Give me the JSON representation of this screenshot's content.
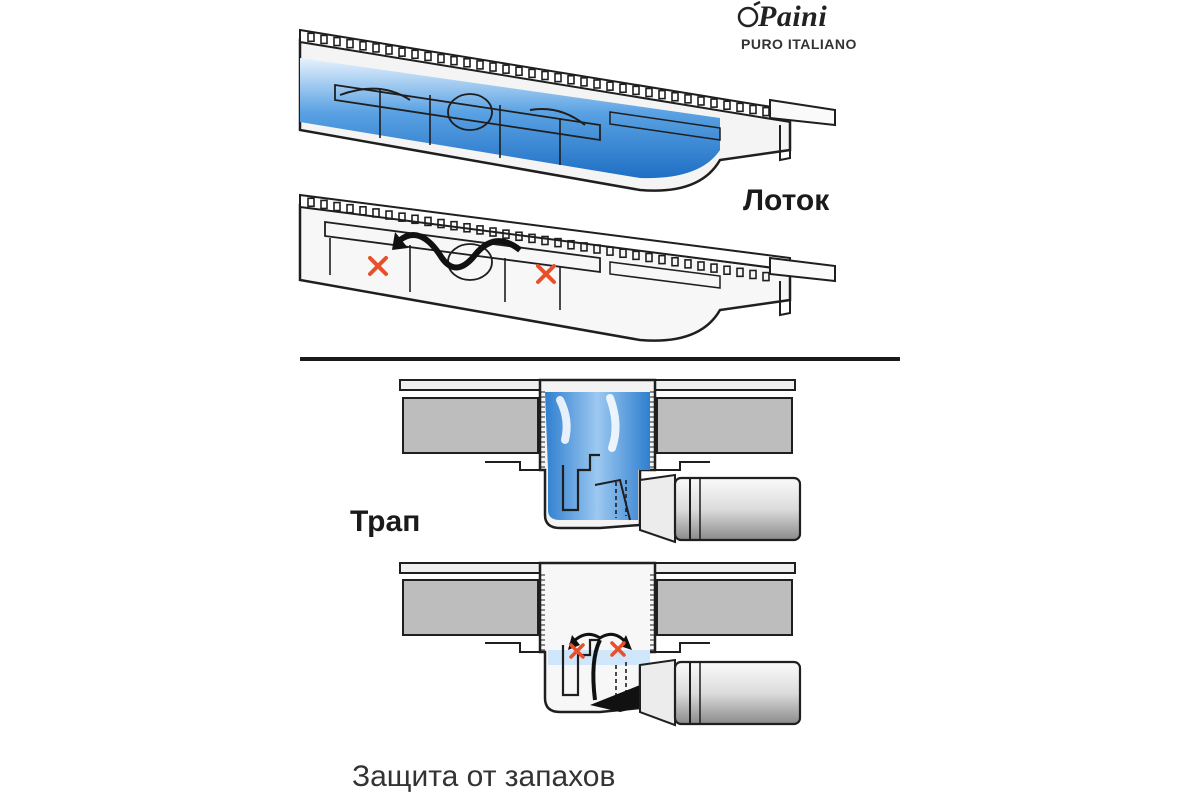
{
  "brand": {
    "name": "Paini",
    "tagline": "PURO ITALIANO"
  },
  "labels": {
    "tray": "Лоток",
    "trap": "Трап"
  },
  "caption": "Защита от запахов",
  "colors": {
    "water": "#2f7fd0",
    "water_light": "#cfe6fb",
    "block": "#bdbdbd",
    "line": "#1f1f1f",
    "blocked_x": "#e8502a"
  }
}
